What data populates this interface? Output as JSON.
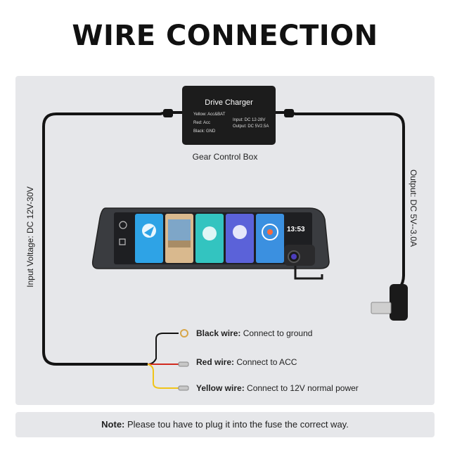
{
  "title": "WIRE CONNECTION",
  "charger": {
    "name": "Drive Charger",
    "wires": [
      "Yellow: Acc&BAT",
      "Red: Acc",
      "Black: GND"
    ],
    "specs": [
      "Input: DC 12-28V",
      "Output: DC 5V2.5A"
    ]
  },
  "gear_box_label": "Gear Control Box",
  "input_voltage": "Input Voltage: DC 12V-30V",
  "output_label": "Output: DC 5V--3.0A",
  "device": {
    "clock": "13:53"
  },
  "wires": [
    {
      "name": "Black wire:",
      "desc": " Connect to ground",
      "color": "#111111"
    },
    {
      "name": "Red wire:",
      "desc": " Connect to ACC",
      "color": "#d12a1f"
    },
    {
      "name": "Yellow wire:",
      "desc": " Connect to 12V normal power",
      "color": "#f0c419"
    }
  ],
  "note": {
    "label": "Note:",
    "text": " Please tou have to plug it into the fuse the correct way."
  }
}
